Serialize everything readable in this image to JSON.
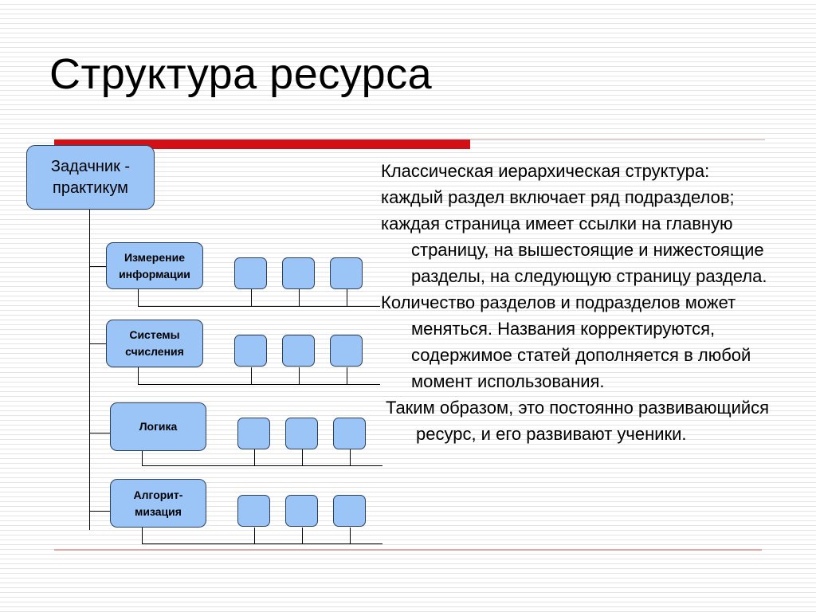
{
  "slide": {
    "title": "Структура ресурса"
  },
  "diagram": {
    "root": {
      "lines": [
        "Задачник -",
        "практикум"
      ]
    },
    "categories": [
      {
        "lines": [
          "Измерение",
          "информации"
        ],
        "subpage_count": 3
      },
      {
        "lines": [
          "Системы",
          "счисления"
        ],
        "subpage_count": 3
      },
      {
        "lines": [
          "Логика"
        ],
        "subpage_count": 3
      },
      {
        "lines": [
          "Алгорит-",
          "мизация"
        ],
        "subpage_count": 3
      }
    ]
  },
  "description": {
    "paragraphs": [
      "Классическая иерархическая структура:",
      "каждый раздел включает ряд подразделов;",
      "каждая страница имеет ссылки на главную страницу, на вышестоящие и нижестоящие разделы, на следующую страницу раздела.",
      "Количество разделов и подразделов может меняться. Названия корректируются, содержимое статей дополняется в любой момент использования.",
      "Таким образом, это постоянно развивающийся ресурс, и его развивают ученики."
    ]
  },
  "colors": {
    "box_fill": "#9bc4f7",
    "box_border": "#2d3f5a",
    "accent_red": "#d31016"
  }
}
